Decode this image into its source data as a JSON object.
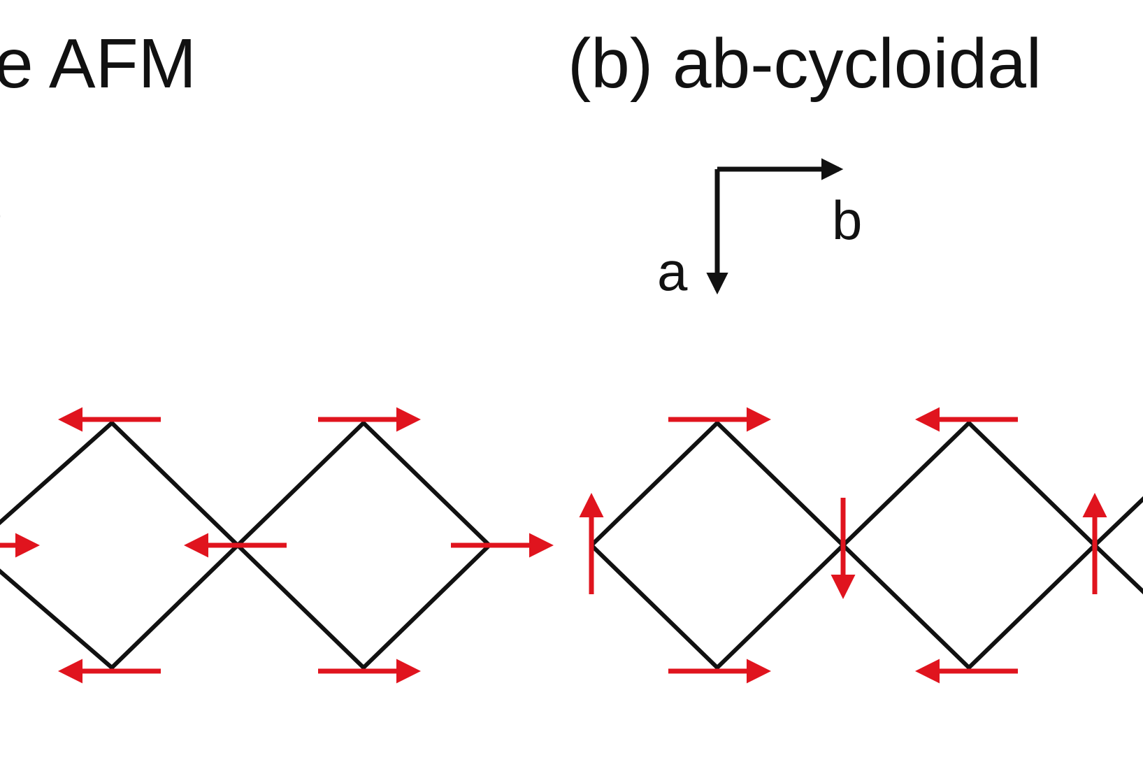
{
  "panel_a": {
    "title": "e AFM",
    "axis_label_fragment": "b"
  },
  "panel_b": {
    "title": "(b) ab-cycloidal",
    "axes": {
      "label_down": "a",
      "label_right": "b"
    }
  },
  "colors": {
    "lattice": "#111111",
    "spin": "#e0141e",
    "text": "#111111"
  }
}
